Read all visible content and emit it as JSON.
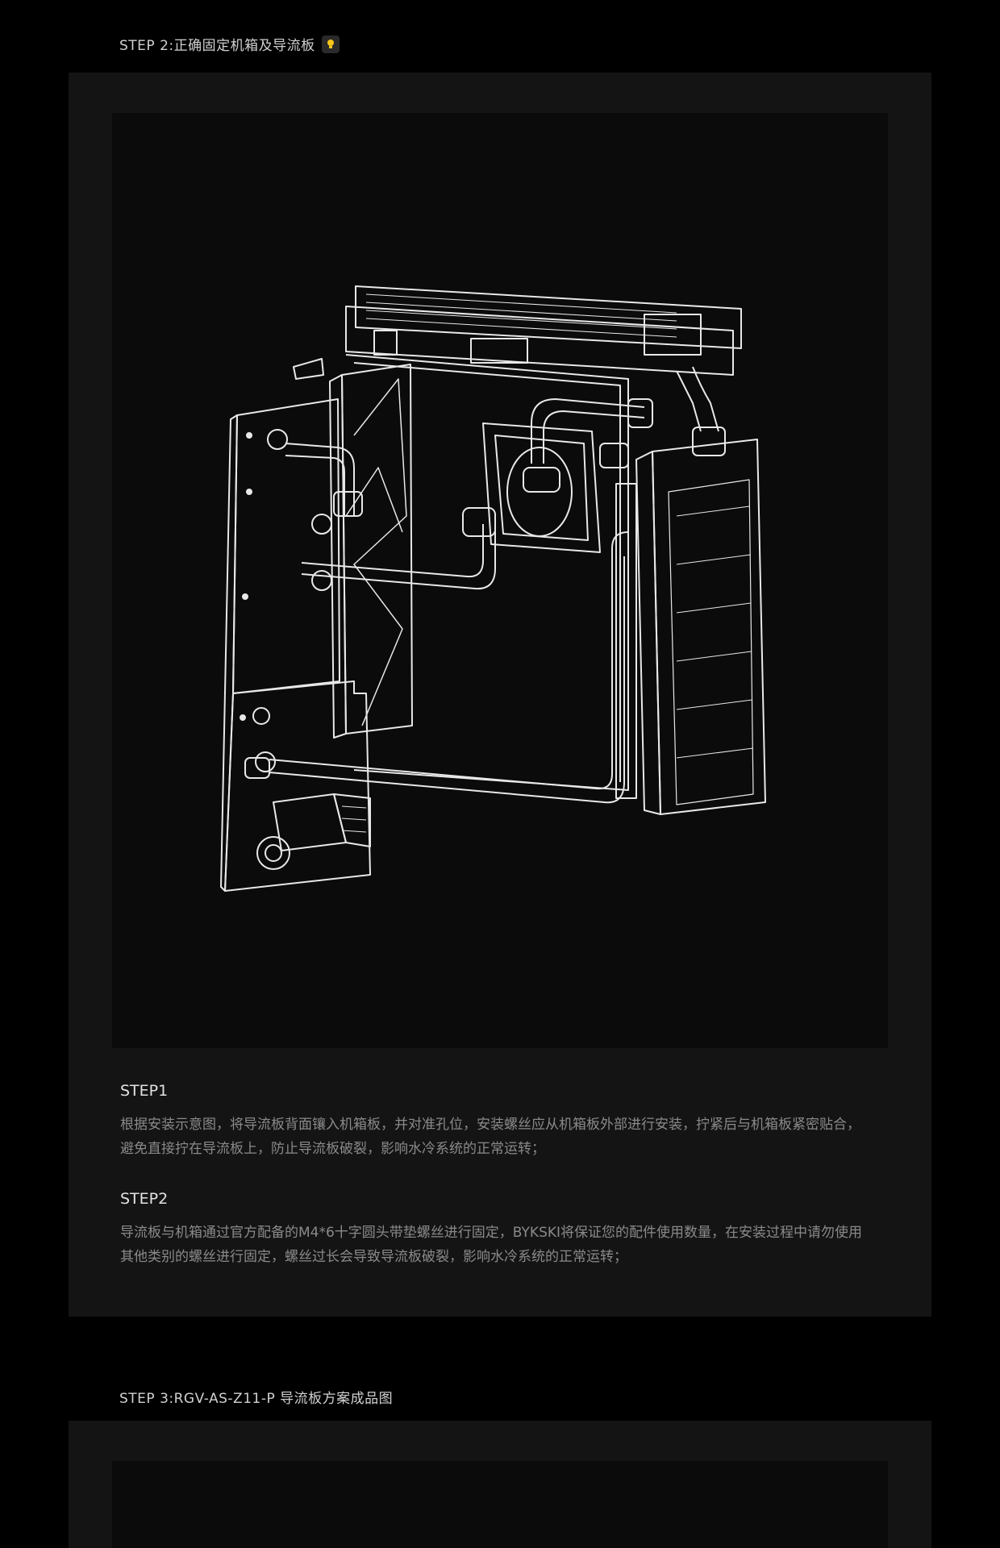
{
  "step2_heading": "STEP 2:正确固定机箱及导流板",
  "bulb_icon": "lightbulb-icon",
  "steps": [
    {
      "title": "STEP1",
      "text": "根据安装示意图，将导流板背面镶入机箱板，并对准孔位，安装螺丝应从机箱板外部进行安装，拧紧后与机箱板紧密贴合，避免直接拧在导流板上，防止导流板破裂，影响水冷系统的正常运转；"
    },
    {
      "title": "STEP2",
      "text": "导流板与机箱通过官方配备的M4*6十字圆头带垫螺丝进行固定，BYKSKI将保证您的配件使用数量，在安装过程中请勿使用其他类别的螺丝进行固定，螺丝过长会导致导流板破裂，影响水冷系统的正常运转；"
    }
  ],
  "step3_heading": "STEP 3:RGV-AS-Z11-P 导流板方案成品图",
  "colors": {
    "background": "#000000",
    "panel": "#141414",
    "image_box": "#0b0b0b",
    "accent": "#f5c518"
  }
}
